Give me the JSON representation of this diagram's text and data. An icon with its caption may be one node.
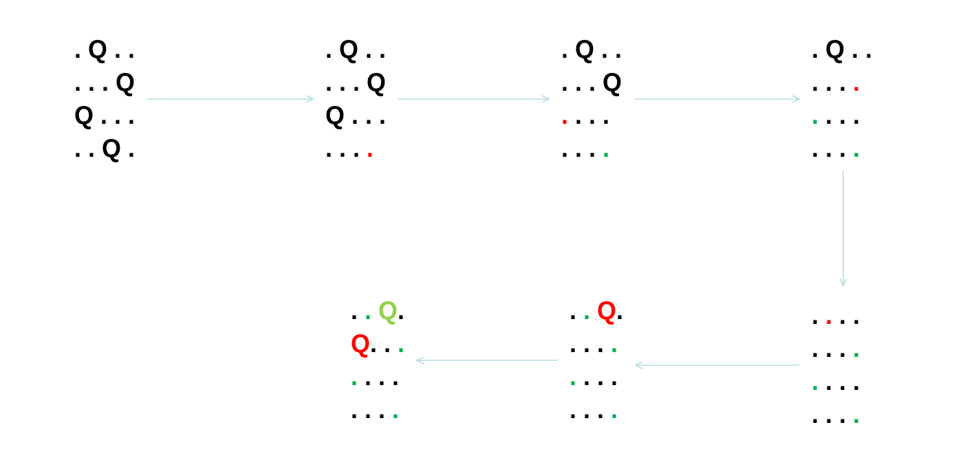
{
  "diagram": {
    "nodes": [
      {
        "text": [
          ". Q . .",
          ". . . Q",
          "Q . . .",
          ". . Q ."
        ]
      },
      {
        "text": [
          ". Q . .",
          ". . . Q",
          "Q . . .",
          ". . . ."
        ]
      },
      {
        "text": [
          ". Q . .",
          ". . . Q",
          ". . . .",
          ". . . ."
        ]
      },
      {
        "text": [
          ". Q . .",
          ". . . .",
          ". . . .",
          ". . . ."
        ]
      },
      {
        "text": [
          ". . . .",
          ". . . .",
          ". . . .",
          ". . . ."
        ]
      },
      {
        "text": [
          ". . Q.",
          ". . . .",
          ". . . .",
          ". . . ."
        ]
      },
      {
        "text": [
          ". . Q.",
          "Q. . .",
          ". . . .",
          ". . . ."
        ]
      }
    ],
    "edges": [
      {
        "from": 0,
        "to": 1,
        "arrow": "to"
      },
      {
        "from": 1,
        "to": 2,
        "arrow": "to"
      },
      {
        "from": 2,
        "to": 3,
        "arrow": "to"
      },
      {
        "from": 3,
        "to": 4,
        "arrow": "to"
      },
      {
        "from": 4,
        "to": 5,
        "arrow": "to"
      },
      {
        "from": 5,
        "to": 6,
        "arrow": "to"
      }
    ]
  }
}
